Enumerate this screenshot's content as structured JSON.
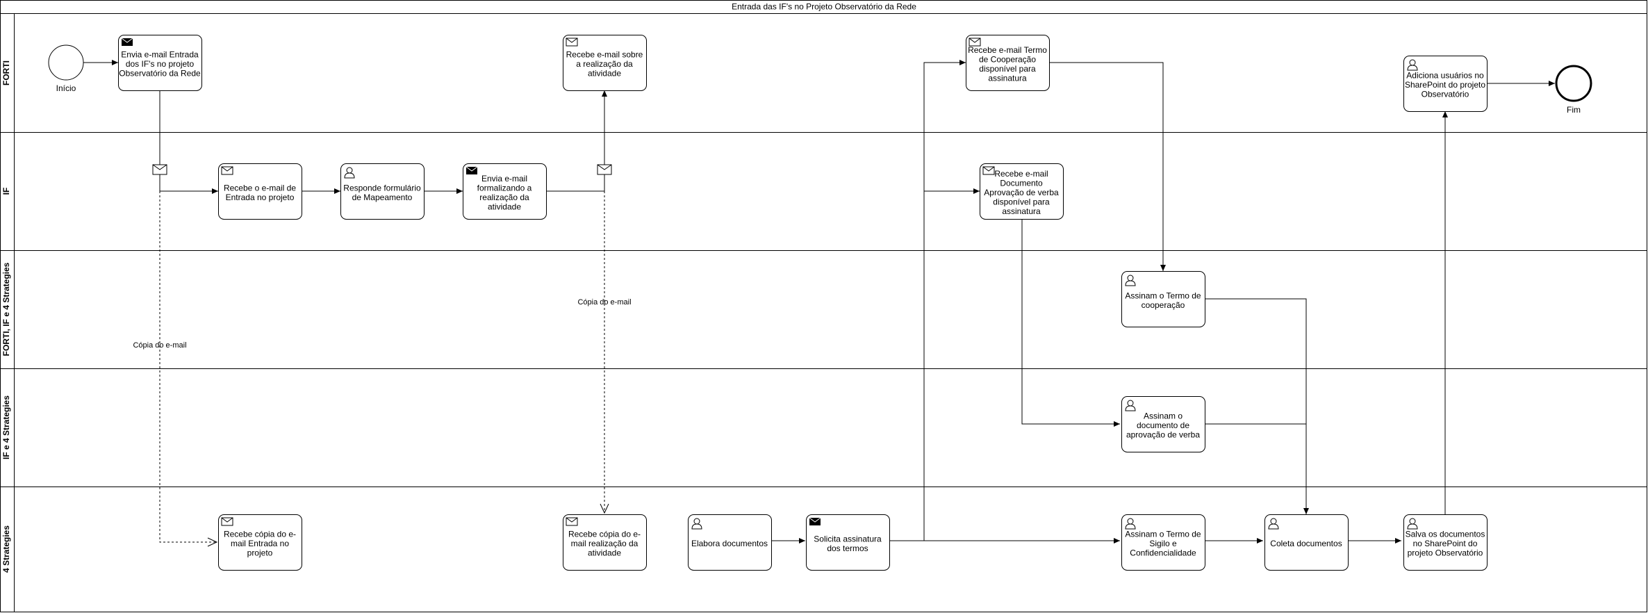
{
  "pool": {
    "title": "Entrada das IF's no Projeto Observatório da Rede"
  },
  "lanes": [
    {
      "id": "forti",
      "label": "FORTI"
    },
    {
      "id": "if",
      "label": "IF"
    },
    {
      "id": "forti_if_4s",
      "label": "FORTI, IF e 4 Strategies"
    },
    {
      "id": "if_4s",
      "label": "IF e 4 Strategies"
    },
    {
      "id": "s4",
      "label": "4 Strategies"
    }
  ],
  "events": {
    "start": "Início",
    "end": "Fim"
  },
  "tasks": [
    {
      "id": "t1",
      "marker": "send-icon",
      "lines": [
        "Envia e-mail Entrada",
        "dos IF's no projeto",
        "Observatório da Rede"
      ]
    },
    {
      "id": "t2",
      "marker": "receive-icon",
      "lines": [
        "Recebe e-mail sobre",
        "a realização da",
        "atividade"
      ]
    },
    {
      "id": "t3",
      "marker": "receive-icon",
      "lines": [
        "Recebe e-mail Termo",
        "de Cooperação",
        "disponível para",
        "assinatura"
      ]
    },
    {
      "id": "t4",
      "marker": "user-icon",
      "lines": [
        "Adiciona usuários no",
        "SharePoint do projeto",
        "Observatório"
      ]
    },
    {
      "id": "t5",
      "marker": "receive-icon",
      "lines": [
        "Recebe o e-mail de",
        "Entrada no projeto"
      ]
    },
    {
      "id": "t6",
      "marker": "user-icon",
      "lines": [
        "Responde formulário",
        "de Mapeamento"
      ]
    },
    {
      "id": "t7",
      "marker": "send-icon",
      "lines": [
        "Envia e-mail",
        "formalizando a",
        "realização da",
        "atividade"
      ]
    },
    {
      "id": "t8",
      "marker": "receive-icon",
      "lines": [
        "Recebe e-mail",
        "Documento",
        "Aprovação de verba",
        "disponível para",
        "assinatura"
      ]
    },
    {
      "id": "t9",
      "marker": "user-icon",
      "lines": [
        "Assinam o Termo de",
        "cooperação"
      ]
    },
    {
      "id": "t10",
      "marker": "user-icon",
      "lines": [
        "Assinam o",
        "documento de",
        "aprovação de verba"
      ]
    },
    {
      "id": "t11",
      "marker": "receive-icon",
      "lines": [
        "Recebe cópia do e-",
        "mail Entrada no",
        "projeto"
      ]
    },
    {
      "id": "t12",
      "marker": "receive-icon",
      "lines": [
        "Recebe cópia do e-",
        "mail realização da",
        "atividade"
      ]
    },
    {
      "id": "t13",
      "marker": "user-icon",
      "lines": [
        "Elabora documentos"
      ]
    },
    {
      "id": "t14",
      "marker": "send-icon",
      "lines": [
        "Solicita assinatura",
        "dos termos"
      ]
    },
    {
      "id": "t15",
      "marker": "user-icon",
      "lines": [
        "Assinam o Termo de",
        "Sigilo e",
        "Confidencialidade"
      ]
    },
    {
      "id": "t16",
      "marker": "user-icon",
      "lines": [
        "Coleta documentos"
      ]
    },
    {
      "id": "t17",
      "marker": "user-icon",
      "lines": [
        "Salva os documentos",
        "no SharePoint do",
        "projeto Observatório"
      ]
    }
  ],
  "message_labels": {
    "copy1": "Cópia do e-mail",
    "copy2": "Cópia do e-mail"
  }
}
